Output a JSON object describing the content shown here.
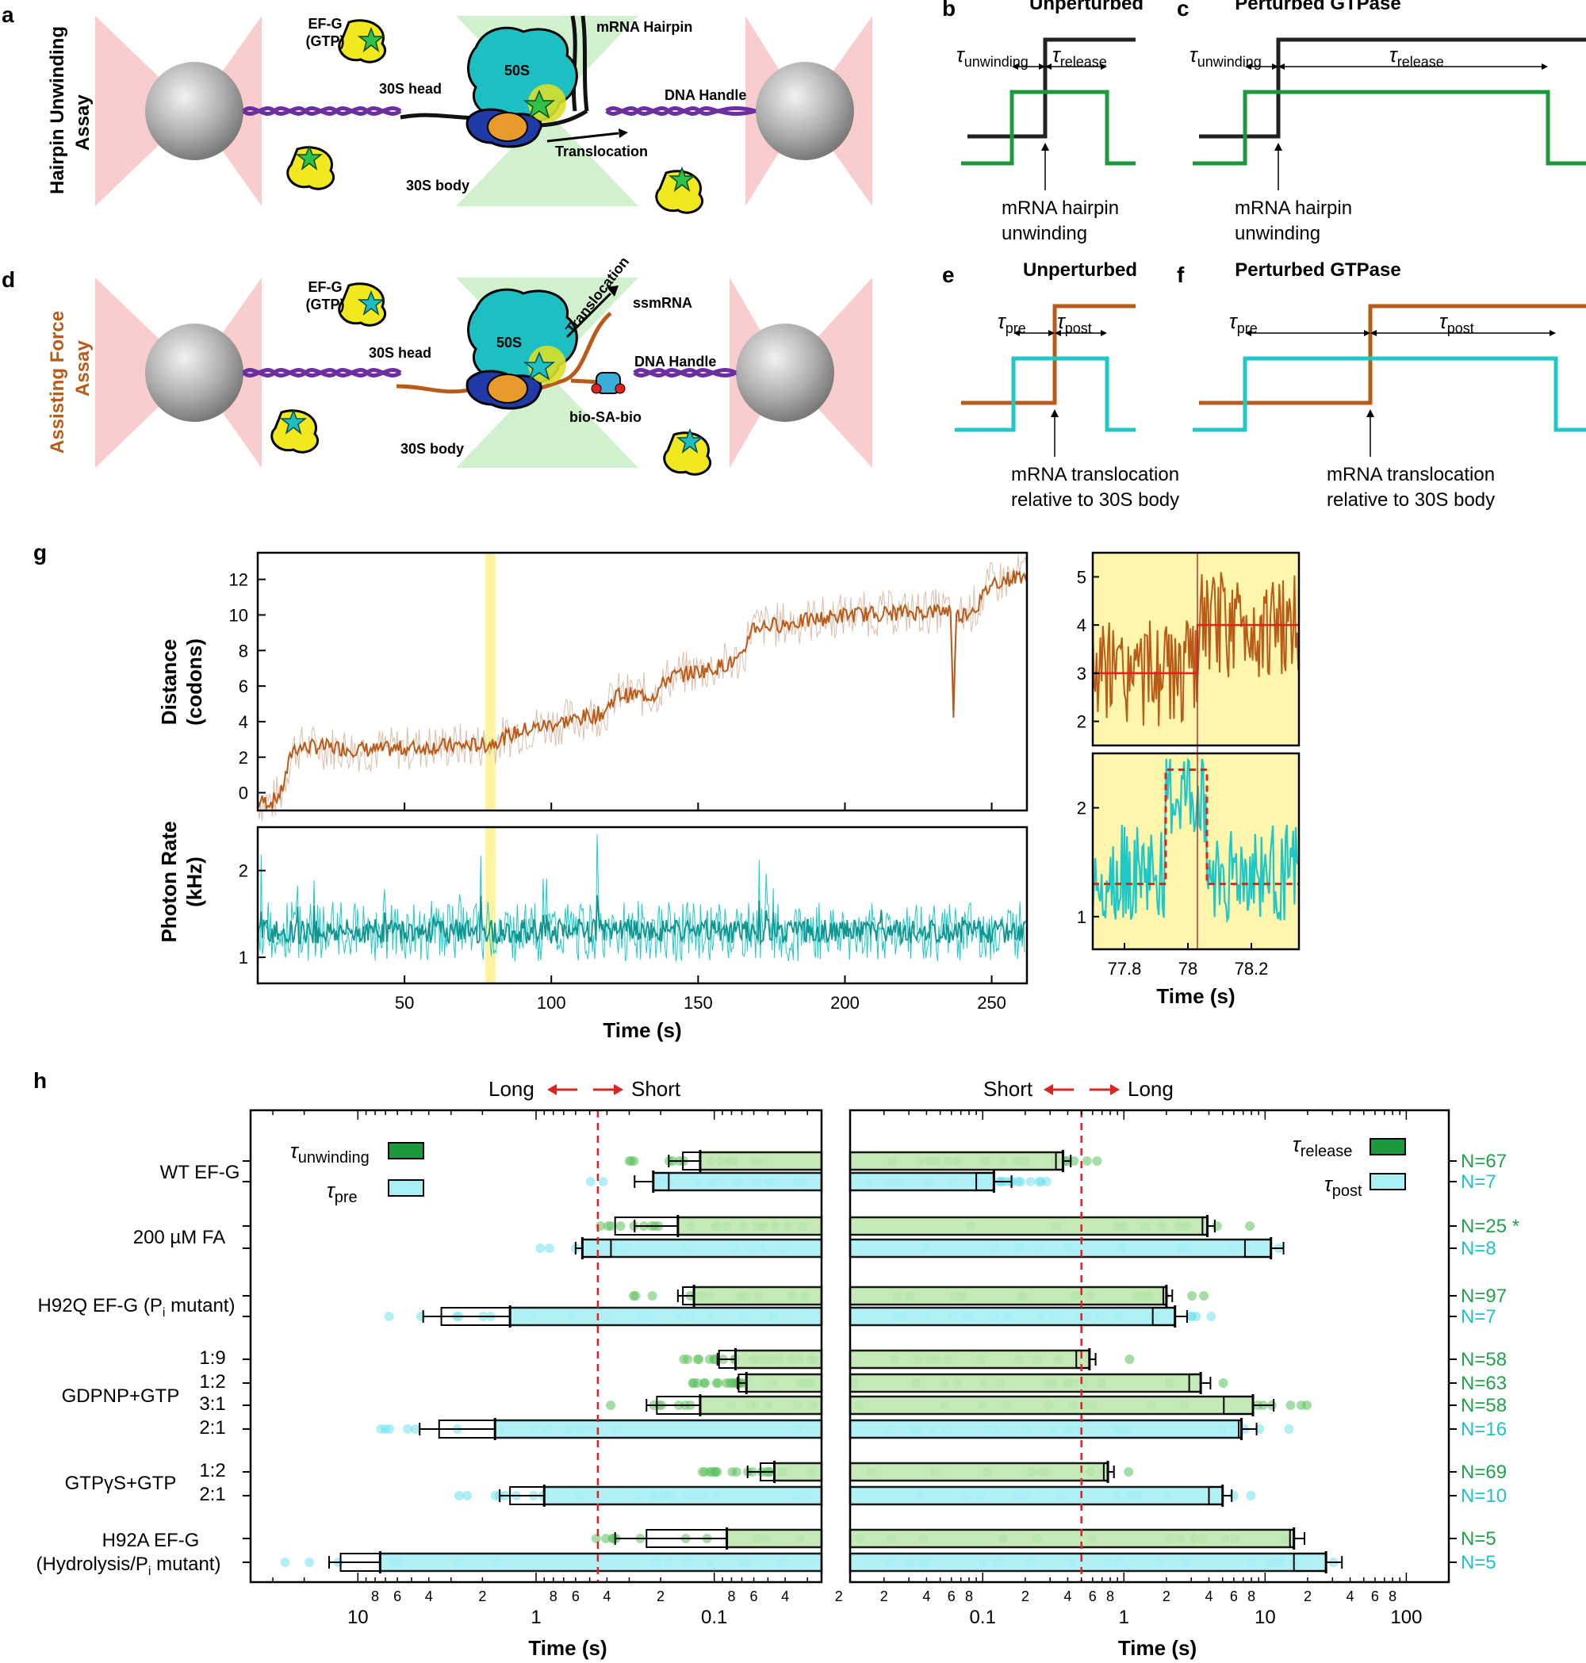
{
  "figure": {
    "colors": {
      "green": "#1a9a3c",
      "green_light": "#bfe8b0",
      "green_dot": "#5cc15c",
      "cyan": "#1ec8c8",
      "cyan_light": "#a9f0f5",
      "cyan_dot": "#6fe1ee",
      "teal": "#11938e",
      "brown": "#b85a18",
      "brown_light": "#dcbca8",
      "red": "#e1211f",
      "yellow_band": "#fff3a0",
      "inset_bg": "#fff6ad",
      "n_green": "#22a24a",
      "n_cyan": "#20bfd0",
      "laser": "#f7b8b8"
    },
    "panels": {
      "a": "a",
      "b": "b",
      "c": "c",
      "d": "d",
      "e": "e",
      "f": "f",
      "g": "g",
      "h": "h"
    },
    "row1": {
      "side_label": "Hairpin Unwinding Assay",
      "side_label_line1": "Hairpin Unwinding",
      "side_label_line2": "Assay",
      "efg_label_1": "EF-G",
      "efg_label_2": "(GTP)",
      "hairpin_label": "mRNA Hairpin",
      "head_label": "30S head",
      "subunit_label": "50S",
      "handle_label": "DNA Handle",
      "translocation_label": "Translocation",
      "body_label": "30S body",
      "b_title": "Unperturbed",
      "c_title": "Perturbed GTPase",
      "tau_unwinding": "unwinding",
      "tau_release": "release",
      "tau_symbol": "τ",
      "event_line1": "mRNA hairpin",
      "event_line2": "unwinding"
    },
    "row2": {
      "side_label_line1": "Assisting Force",
      "side_label_line2": "Assay",
      "efg_label_1": "EF-G",
      "efg_label_2": "(GTP)",
      "translocation_label": "Translocation",
      "ssmrna_label": "ssmRNA",
      "head_label": "30S head",
      "subunit_label": "50S",
      "handle_label": "DNA Handle",
      "biosa_label": "bio-SA-bio",
      "body_label": "30S body",
      "e_title": "Unperturbed",
      "f_title": "Perturbed GTPase",
      "tau_pre": "pre",
      "tau_post": "post",
      "event_line1": "mRNA translocation",
      "event_line2": "relative to 30S body"
    },
    "panel_g": {
      "top_ylabel_1": "Distance",
      "top_ylabel_2": "(codons)",
      "bot_ylabel_1": "Photon Rate",
      "bot_ylabel_2": "(kHz)",
      "xlabel": "Time (s)",
      "inset_xlabel": "Time (s)",
      "top_yticks": [
        "0",
        "2",
        "4",
        "6",
        "8",
        "10",
        "12"
      ],
      "bot_yticks": [
        "1",
        "2"
      ],
      "xticks": [
        "50",
        "100",
        "150",
        "200",
        "250"
      ],
      "inset_top_yticks": [
        "2",
        "3",
        "4",
        "5"
      ],
      "inset_bot_yticks": [
        "1",
        "2"
      ],
      "inset_xticks": [
        "77.8",
        "78",
        "78.2"
      ]
    },
    "panel_h": {
      "left_header_long": "Long",
      "left_header_short": "Short",
      "right_header_short": "Short",
      "right_header_long": "Long",
      "xlabel_left": "Time (s)",
      "xlabel_right": "Time (s)",
      "legend_unwinding": "unwinding",
      "legend_pre": "pre",
      "legend_release": "release",
      "legend_post": "post",
      "groups": [
        {
          "name": "WT EF-G",
          "rows": [
            "",
            ""
          ]
        },
        {
          "name": "200 µM FA",
          "rows": [
            "",
            ""
          ]
        },
        {
          "name": "H92Q EF-G (P",
          "sub": "i",
          "name_end": " mutant)",
          "rows": [
            "",
            ""
          ]
        },
        {
          "name": "GDPNP+GTP",
          "rows": [
            "1:9",
            "1:2",
            "3:1",
            "2:1"
          ]
        },
        {
          "name": "GTPγS+GTP",
          "rows": [
            "1:2",
            "2:1"
          ]
        },
        {
          "name": "H92A EF-G",
          "name2": "(Hydrolysis/P",
          "sub": "i",
          "name2_end": " mutant)",
          "rows": [
            "",
            ""
          ]
        }
      ],
      "n_labels": [
        "N=67",
        "N=7",
        "N=25 *",
        "N=8",
        "N=97",
        "N=7",
        "N=58",
        "N=63",
        "N=58",
        "N=16",
        "N=69",
        "N=10",
        "N=5",
        "N=5"
      ],
      "left_ticks_major": [
        "10",
        "1",
        "0.1"
      ],
      "left_ticks_minor": [
        "8",
        "6",
        "4",
        "2",
        "8",
        "6",
        "4",
        "2",
        "8",
        "6",
        "4",
        "2"
      ],
      "right_ticks_major": [
        "0.1",
        "1",
        "10",
        "100"
      ],
      "right_ticks_minor": [
        "2",
        "4",
        "6",
        "8",
        "2",
        "4",
        "6",
        "8",
        "2",
        "4",
        "6",
        "8",
        "2",
        "4",
        "6",
        "8"
      ]
    }
  },
  "chart_data": [
    {
      "type": "line",
      "panel": "g-top",
      "xlabel": "Time (s)",
      "ylabel": "Distance (codons)",
      "xlim": [
        0,
        262
      ],
      "ylim": [
        -1,
        13.5
      ],
      "series": [
        {
          "x": [
            0,
            5,
            8,
            12,
            20,
            40,
            60,
            78,
            90,
            110,
            118,
            122,
            135,
            140,
            155,
            165,
            168,
            180,
            200,
            230,
            236,
            237,
            238,
            240,
            245,
            250,
            262
          ],
          "y": [
            -0.5,
            -0.5,
            0,
            2.5,
            2.6,
            2.4,
            2.6,
            2.7,
            3.5,
            4.2,
            4.5,
            5.5,
            5.5,
            6.5,
            7,
            7.5,
            9.3,
            9.5,
            10,
            10.2,
            10.3,
            4.5,
            10,
            10,
            10.5,
            11.8,
            12.3
          ]
        }
      ]
    },
    {
      "type": "line",
      "panel": "g-bottom",
      "xlabel": "Time (s)",
      "ylabel": "Photon Rate (kHz)",
      "xlim": [
        0,
        262
      ],
      "ylim": [
        0.7,
        2.5
      ],
      "series": [
        {
          "x": [
            0,
            262
          ],
          "y": [
            1.3,
            1.3
          ]
        }
      ]
    },
    {
      "type": "line",
      "panel": "g-inset-top",
      "xlabel": "Time (s)",
      "xlim": [
        77.7,
        78.35
      ],
      "ylim": [
        1.5,
        5.5
      ],
      "series": [
        {
          "name": "fit",
          "x": [
            77.7,
            78.03,
            78.03,
            78.35
          ],
          "y": [
            3,
            3,
            4,
            4
          ]
        }
      ]
    },
    {
      "type": "line",
      "panel": "g-inset-bottom",
      "xlabel": "Time (s)",
      "xlim": [
        77.7,
        78.35
      ],
      "ylim": [
        0.7,
        2.5
      ],
      "series": [
        {
          "name": "fit",
          "x": [
            77.7,
            77.93,
            77.93,
            78.06,
            78.06,
            78.35
          ],
          "y": [
            1.3,
            1.3,
            2.35,
            2.35,
            1.3,
            1.3
          ]
        }
      ]
    },
    {
      "type": "bar",
      "panel": "h-left",
      "xlabel": "Time (s)",
      "xscale": "log-reversed",
      "xlim": [
        40,
        0.025
      ],
      "reference_line": 0.45,
      "categories": [
        "WT EF-G unwinding",
        "WT EF-G pre",
        "200 µM FA unwinding",
        "200 µM FA pre",
        "H92Q unwinding",
        "H92Q pre",
        "GDPNP 1:9",
        "GDPNP 1:2",
        "GDPNP 3:1",
        "GDPNP 2:1",
        "GTPγS 1:2",
        "GTPγS 2:1",
        "H92A unwinding",
        "H92A pre"
      ],
      "values": [
        0.12,
        0.22,
        0.16,
        0.55,
        0.13,
        1.4,
        0.076,
        0.066,
        0.12,
        1.7,
        0.046,
        0.9,
        0.085,
        7.5
      ],
      "medians": [
        0.15,
        0.18,
        0.36,
        0.38,
        0.15,
        3.4,
        0.094,
        0.073,
        0.21,
        3.5,
        0.055,
        1.4,
        0.24,
        12.5
      ],
      "errors": [
        0.18,
        0.28,
        0.28,
        0.6,
        0.16,
        4.3,
        0.096,
        0.074,
        0.24,
        4.5,
        0.065,
        1.6,
        0.36,
        14.5
      ]
    },
    {
      "type": "bar",
      "panel": "h-right",
      "xlabel": "Time (s)",
      "xscale": "log",
      "xlim": [
        0.0115,
        200
      ],
      "reference_line": 0.5,
      "categories": [
        "WT EF-G release",
        "WT EF-G post",
        "200 µM FA release",
        "200 µM FA post",
        "H92Q release",
        "H92Q post",
        "GDPNP 1:9",
        "GDPNP 1:2",
        "GDPNP 3:1",
        "GDPNP 2:1",
        "GTPγS 1:2",
        "GTPγS 2:1",
        "H92A release",
        "H92A post"
      ],
      "values": [
        0.37,
        0.12,
        3.9,
        11,
        2.0,
        2.3,
        0.57,
        3.5,
        8.2,
        6.8,
        0.77,
        5.0,
        16,
        27
      ],
      "medians": [
        0.33,
        0.09,
        3.6,
        7.2,
        1.9,
        1.6,
        0.46,
        2.9,
        5.1,
        6.5,
        0.72,
        4.0,
        15,
        16
      ],
      "errors": [
        0.42,
        0.16,
        4.4,
        13.5,
        2.2,
        2.8,
        0.63,
        4.1,
        11.5,
        8.7,
        0.85,
        5.8,
        19,
        35
      ]
    }
  ]
}
